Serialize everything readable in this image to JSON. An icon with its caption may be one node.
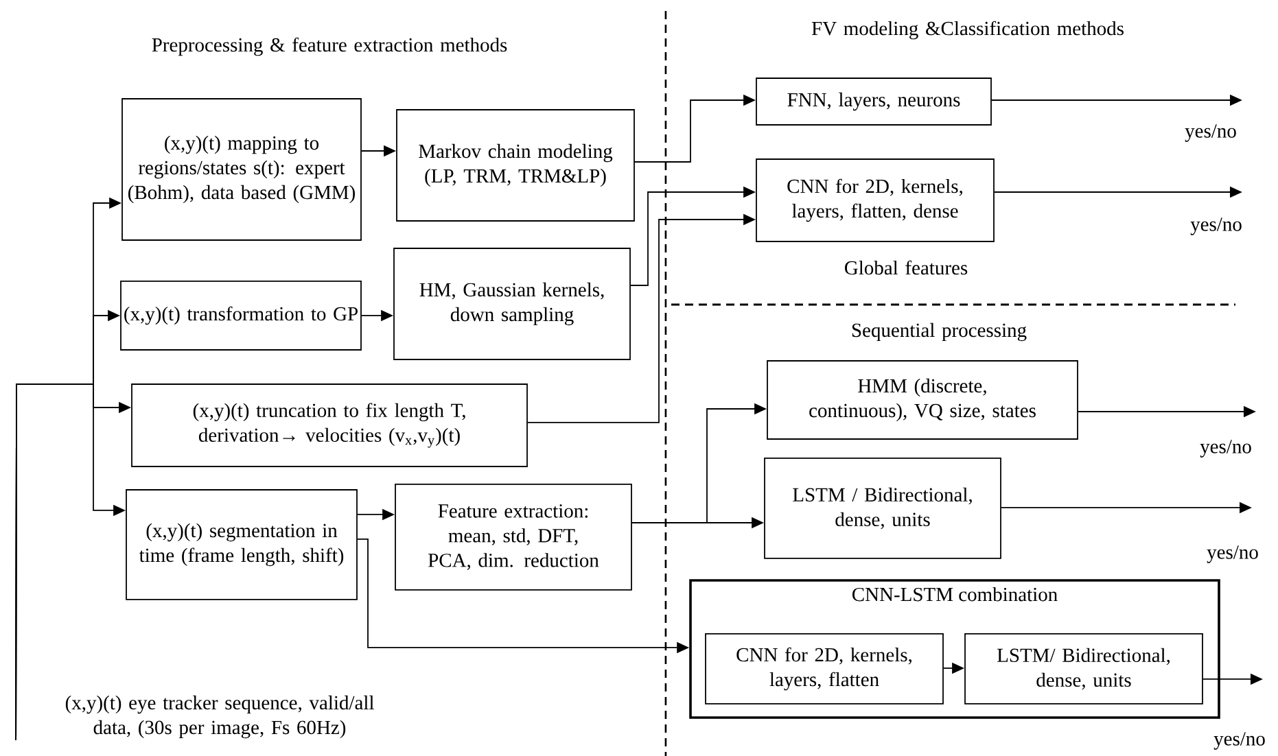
{
  "diagram": {
    "nodes": [
      {
        "text": [
          "(x,y)(t) eye tracker sequence, valid/all data, (30s per image, Fs 60Hz)"
        ]
      },
      {
        "text": [
          "(x,y)(t) mapping to regions/states s(t): expert (Bohm), data based (GMM)"
        ]
      },
      {
        "text": [
          "Markov chain modeling (LP, TRM, TRM&LP)"
        ]
      },
      {
        "text": [
          "(x,y)(t) transformation to GP"
        ]
      },
      {
        "text": [
          "HM, Gaussian kernels, down sampling"
        ]
      },
      {
        "text": [
          "(x,y)(t) truncation to fix length T, derivation→ velocities (v$_{x}$,v$_{y}$)(t)"
        ]
      },
      {
        "text": [
          "(x,y)(t) segmentation in time (frame length, shift)"
        ]
      },
      {
        "text": [
          "Feature extraction: mean, std, DFT, PCA, dim. reduction"
        ]
      },
      {
        "text": [
          "FNN, layers, neurons"
        ]
      },
      {
        "text": [
          "CNN for 2D, kernels, layers, flatten, dense"
        ]
      },
      {
        "text": [
          "HMM (discrete, continuous), VQ size, states"
        ]
      },
      {
        "text": [
          "LSTM / Bidirectional, dense, units"
        ]
      },
      {
        "text": [
          "CNN-LSTM combination"
        ]
      },
      {
        "text": [
          "CNN for 2D, kernels, layers, flatten"
        ],
        "in": 12
      },
      {
        "text": [
          "LSTM/ Bidirectional, dense, units"
        ],
        "in": 12
      }
    ],
    "edges": [
      {
        "from": 0,
        "to": 1,
        "arrow": "to"
      },
      {
        "from": 0,
        "to": 3,
        "arrow": "to"
      },
      {
        "from": 0,
        "to": 5,
        "arrow": "to"
      },
      {
        "from": 0,
        "to": 6,
        "arrow": "to"
      },
      {
        "from": 1,
        "to": 2,
        "arrow": "to"
      },
      {
        "from": 3,
        "to": 4,
        "arrow": "to"
      },
      {
        "from": 6,
        "to": 7,
        "arrow": "to"
      },
      {
        "from": 2,
        "to": 8,
        "arrow": "to"
      },
      {
        "from": 4,
        "to": 9,
        "arrow": "to"
      },
      {
        "from": 5,
        "to": 9,
        "arrow": "to"
      },
      {
        "from": 7,
        "to": 10,
        "arrow": "to"
      },
      {
        "from": 7,
        "to": 11,
        "arrow": "to"
      },
      {
        "from": 6,
        "to": 12,
        "arrow": "to"
      },
      {
        "from": 13,
        "to": 14,
        "arrow": "to"
      },
      {
        "from": 8,
        "to": null,
        "arrow": "to",
        "label": "yes/no"
      },
      {
        "from": 9,
        "to": null,
        "arrow": "to",
        "label": "yes/no"
      },
      {
        "from": 10,
        "to": null,
        "arrow": "to",
        "label": "yes/no"
      },
      {
        "from": 11,
        "to": null,
        "arrow": "to",
        "label": "yes/no"
      },
      {
        "from": 14,
        "to": null,
        "arrow": "to",
        "label": "yes/no"
      }
    ],
    "labels": [
      "Preprocessing & feature extraction methods",
      "FV modeling &Classification methods",
      "Global features",
      "Sequential processing"
    ]
  }
}
